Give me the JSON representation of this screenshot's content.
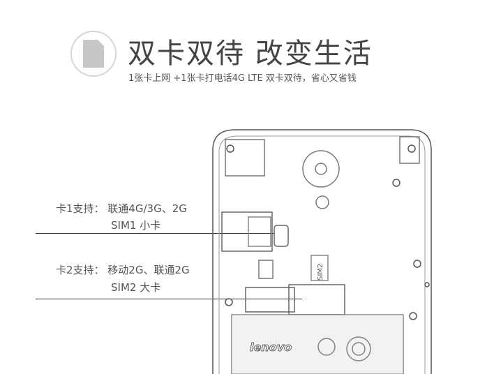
{
  "header": {
    "title": "双卡双待 改变生活",
    "subtitle": "1张卡上网 +1张卡打电话4G LTE 双卡双待，省心又省钱"
  },
  "cards": [
    {
      "support": "卡1支持： 联通4G/3G、2G",
      "type": "SIM1  小卡"
    },
    {
      "support": "卡2支持： 移动2G、联通2G",
      "type": "SIM2  大卡"
    }
  ],
  "phone": {
    "brand": "lenovo",
    "slot_label": "SIM2"
  },
  "colors": {
    "line": "#333333",
    "badge": "#d6d6d6",
    "sim_icon": "#c7c7c7"
  },
  "icons": [
    "sim-card-icon"
  ]
}
